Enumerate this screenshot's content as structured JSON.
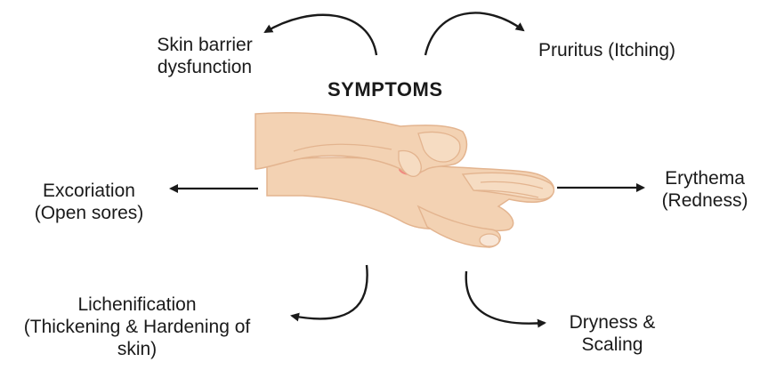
{
  "title": "SYMPTOMS",
  "symptoms": [
    {
      "line1": "Skin barrier",
      "line2": "dysfunction"
    },
    {
      "line1": "Pruritus (Itching)",
      "line2": ""
    },
    {
      "line1": "Excoriation",
      "line2": "(Open sores)"
    },
    {
      "line1": "Erythema",
      "line2": "(Redness)"
    },
    {
      "line1": "Lichenification",
      "line2": "(Thickening & Hardening of",
      "line3": "skin)"
    },
    {
      "line1": "Dryness &",
      "line2": "Scaling"
    }
  ],
  "colors": {
    "skin": "#f3d2b3",
    "skin_shadow": "#e3b48f",
    "redness": "#f06f6f",
    "arrow": "#1a1a1a"
  }
}
